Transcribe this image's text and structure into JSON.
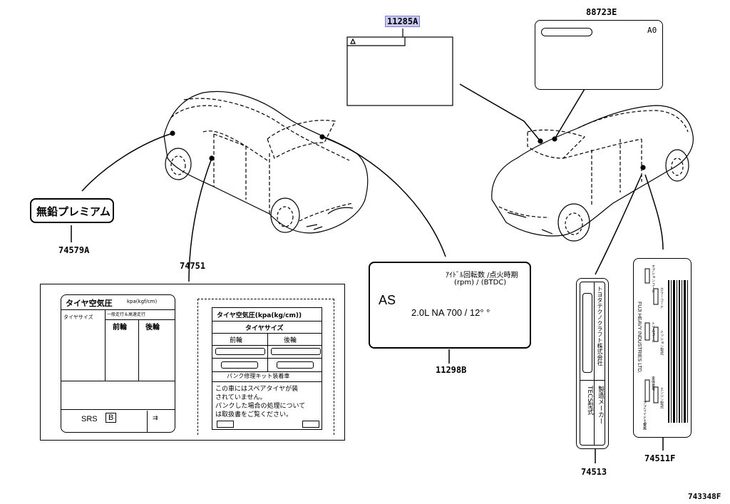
{
  "parts": {
    "p11285A": "11285A",
    "p88723E": "88723E",
    "p74579A": "74579A",
    "p74751": "74751",
    "p11298B": "11298B",
    "p74513": "74513",
    "p74511F": "74511F",
    "figure": "743348F"
  },
  "label_88723E": {
    "code": "A0"
  },
  "label_74579A": {
    "text": "無鉛プレミアム"
  },
  "label_11298B": {
    "line1": "ｱｲﾄﾞﾙ回転数 /点火時期",
    "line2": "(rpm)   / (BTDC)",
    "code": "AS",
    "spec": "2.0L NA  700  /  12° °"
  },
  "tire_left": {
    "title": "タイヤ空気圧",
    "unit": "kpa(kgf/cm)",
    "col_size": "タイヤサイズ",
    "col_mode": "一般走行＆高速走行",
    "front": "前輪",
    "rear": "後輪",
    "srs": "SRS",
    "srs_code": "B"
  },
  "tire_right": {
    "title": "タイヤ空気圧(kpa(kg/cm))",
    "size": "タイヤサイズ",
    "front": "前輪",
    "rear": "後輪",
    "kit": "パンク修理キット装着車",
    "note1": "この車にはスペアタイヤが装",
    "note2": "されていません。",
    "note3": "パンクした場合の処理について",
    "note4": "は取扱書をご覧ください。"
  },
  "label_74513": {
    "type": "TECS型式",
    "maker": "製造メーカー",
    "company": "トヨタテクノクラフト株式会社"
  },
  "label_74511F": {
    "company": "FUJI HEAVY INDUSTRIES LTD.",
    "a": "オプションコード",
    "b": "トリムコード",
    "c": "カラーコード",
    "d": "ミッション型式",
    "e": "車体番号",
    "f": "エンジン型式",
    "g": "アプライドモデル",
    "h": "型式"
  }
}
